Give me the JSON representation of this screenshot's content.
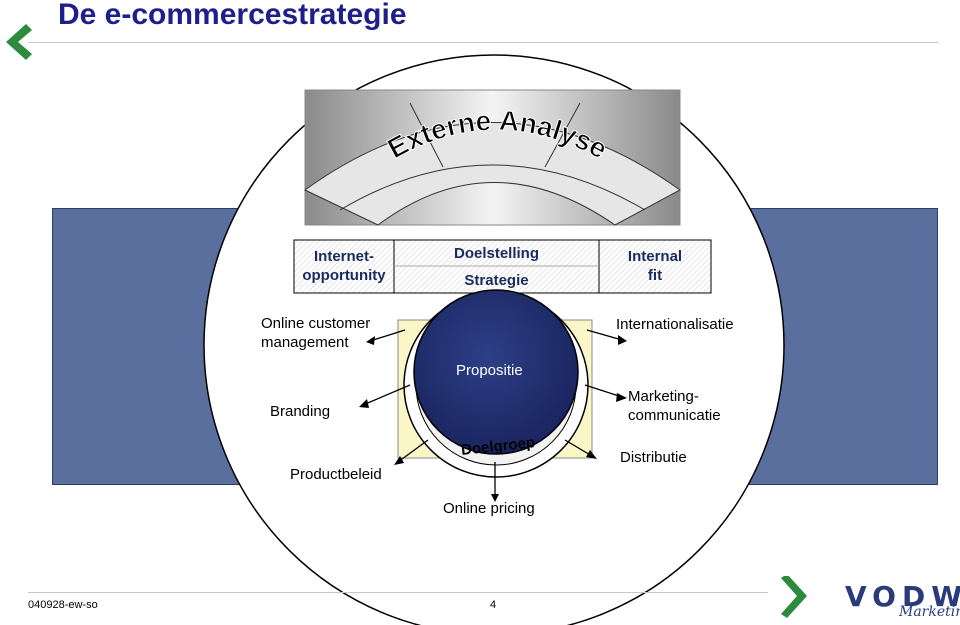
{
  "slide": {
    "title": "De e-commercestrategie"
  },
  "diagram": {
    "outer_arc_label": "Externe Analyse",
    "left_box": [
      "Internet-",
      "opportunity"
    ],
    "center_box_top": "Doelstelling",
    "center_box_bottom": "Strategie",
    "right_box": [
      "Internal",
      "fit"
    ],
    "core_label": "Propositie",
    "ring_label": "Doelgroep",
    "outputs": {
      "online_customer_management": [
        "Online customer",
        "management"
      ],
      "branding": "Branding",
      "productbeleid": "Productbeleid",
      "online_pricing": "Online pricing",
      "internationalisatie": "Internationalisatie",
      "marketingcommunicatie": [
        "Marketing-",
        "communicatie"
      ],
      "distributie": "Distributie"
    }
  },
  "footer": {
    "doc_id": "040928-ew-so",
    "page": "4"
  },
  "logo": {
    "brand": "VODW",
    "tagline": "Marketing"
  },
  "colors": {
    "title": "#1f1f8c",
    "side_panels": "#5b6f9e",
    "core": "#1f2f6e",
    "chevron": "#2e8b3e"
  }
}
